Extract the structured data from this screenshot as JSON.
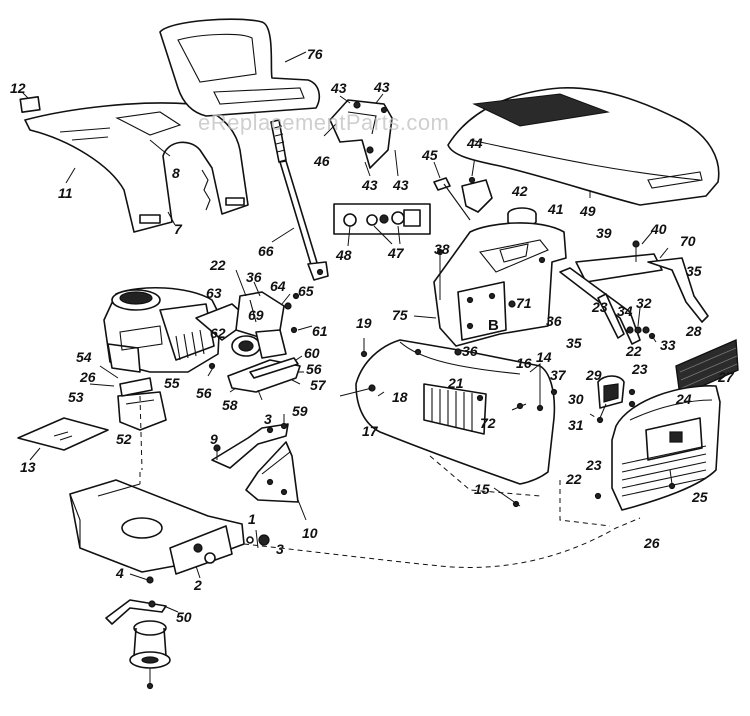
{
  "watermark": "eReplacementParts.com",
  "sub_labels": {
    "b": "B"
  },
  "labels": {
    "l1": "1",
    "l2": "2",
    "l3a": "3",
    "l3b": "3",
    "l4": "4",
    "l7": "7",
    "l8": "8",
    "l9": "9",
    "l10": "10",
    "l11": "11",
    "l12": "12",
    "l13": "13",
    "l14": "14",
    "l15": "15",
    "l16": "16",
    "l17": "17",
    "l18": "18",
    "l19": "19",
    "l21": "21",
    "l22a": "22",
    "l22b": "22",
    "l22c": "22",
    "l23a": "23",
    "l23b": "23",
    "l23c": "23",
    "l24": "24",
    "l25": "25",
    "l26a": "26",
    "l26b": "26",
    "l27": "27",
    "l28": "28",
    "l29": "29",
    "l30": "30",
    "l31": "31",
    "l32": "32",
    "l33": "33",
    "l34": "34",
    "l35a": "35",
    "l35b": "35",
    "l36a": "36",
    "l36b": "36",
    "l36c": "36",
    "l37": "37",
    "l38": "38",
    "l39": "39",
    "l40": "40",
    "l41": "41",
    "l42": "42",
    "l43a": "43",
    "l43b": "43",
    "l43c": "43",
    "l43d": "43",
    "l44": "44",
    "l45": "45",
    "l46": "46",
    "l47": "47",
    "l48": "48",
    "l49": "49",
    "l50": "50",
    "l52": "52",
    "l53": "53",
    "l54": "54",
    "l55": "55",
    "l56a": "56",
    "l56b": "56",
    "l57": "57",
    "l58": "58",
    "l59": "59",
    "l60": "60",
    "l61": "61",
    "l62": "62",
    "l63": "63",
    "l64": "64",
    "l65": "65",
    "l66": "66",
    "l69": "69",
    "l70": "70",
    "l71": "71",
    "l72": "72",
    "l75": "75",
    "l76": "76"
  }
}
